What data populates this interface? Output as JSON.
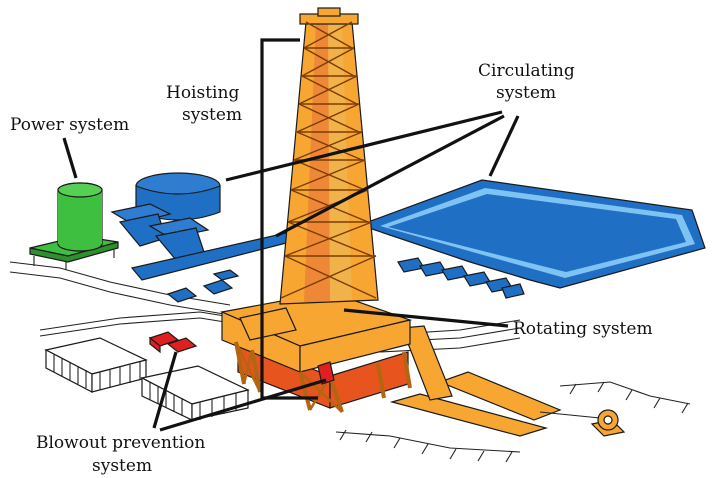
{
  "labels": {
    "power": "Power system",
    "hoisting": [
      "Hoisting",
      "system"
    ],
    "circulating": [
      "Circulating",
      "system"
    ],
    "rotating": "Rotating system",
    "blowout": [
      "Blowout prevention",
      "system"
    ]
  },
  "colors": {
    "rig_orange": "#F7A631",
    "rig_dark": "#B3650F",
    "floor_red": "#E8541E",
    "pit_blue": "#1F6FC4",
    "pit_light": "#7FC3F2",
    "power_green": "#3FBF3F",
    "bop_red": "#E02020"
  }
}
